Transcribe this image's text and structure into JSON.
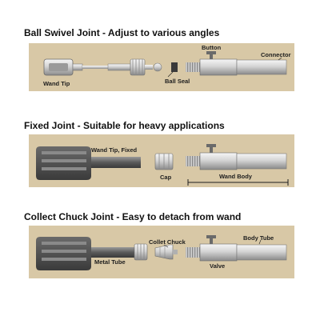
{
  "sections": [
    {
      "title": "Ball Swivel Joint - Adjust to various angles",
      "labels": {
        "wand_tip": "Wand Tip",
        "ball_seal": "Ball Seal",
        "button": "Button",
        "connector": "Connector"
      }
    },
    {
      "title": "Fixed Joint - Suitable for heavy applications",
      "labels": {
        "wand_tip_fixed": "Wand Tip, Fixed",
        "cap": "Cap",
        "wand_body": "Wand Body"
      }
    },
    {
      "title": "Collect Chuck Joint - Easy to detach from wand",
      "labels": {
        "metal_tube": "Metal Tube",
        "collet_chuck": "Collet Chuck",
        "valve": "Valve",
        "body_tube": "Body Tube"
      }
    }
  ],
  "colors": {
    "panel": "#d8c8a6",
    "metal_light": "#f2f2f2",
    "metal_mid": "#c4c4c4",
    "metal_dark": "#6e6e6e",
    "blade": "#4a4a4a"
  }
}
